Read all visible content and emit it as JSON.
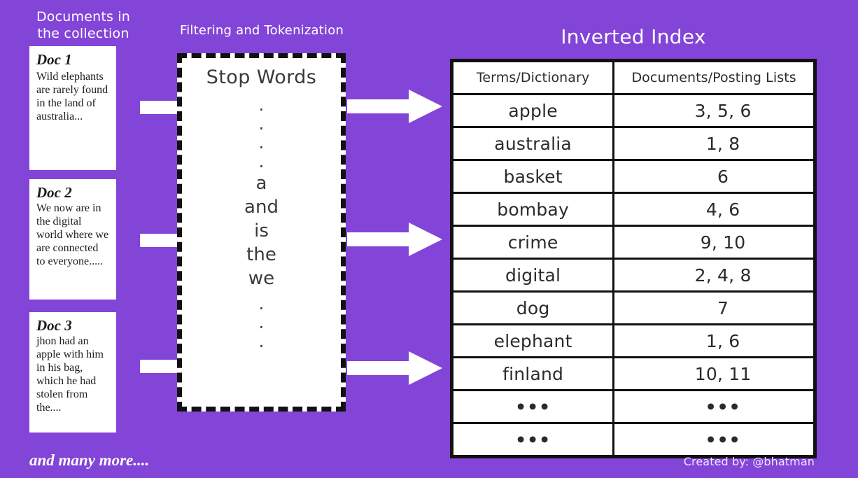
{
  "theme": {
    "background_purple": "#8344d8",
    "paper_white": "#ffffff",
    "ink_black": "#111111",
    "text_gray": "#2b2b2b"
  },
  "left_column": {
    "header": "Documents in\nthe collection",
    "documents": [
      {
        "title": "Doc 1",
        "body": "Wild elephants are rarely found in the land of australia..."
      },
      {
        "title": "Doc 2",
        "body": "We now are in the digital world where we are connected to everyone....."
      },
      {
        "title": "Doc 3",
        "body": "jhon had an apple with him in his bag, which he had stolen from the...."
      }
    ],
    "footer_note": "and many more...."
  },
  "center": {
    "header": "Filtering and Tokenization",
    "stopwords_title": "Stop Words",
    "dots_top": [
      ".",
      ".",
      ".",
      "."
    ],
    "stopwords": [
      "a",
      "and",
      "is",
      "the",
      "we"
    ],
    "dots_bottom": [
      ".",
      ".",
      "."
    ]
  },
  "right": {
    "title": "Inverted Index",
    "columns": [
      "Terms/Dictionary",
      "Documents/Posting Lists"
    ],
    "rows": [
      {
        "term": "apple",
        "posting": "3, 5, 6"
      },
      {
        "term": "australia",
        "posting": "1, 8"
      },
      {
        "term": "basket",
        "posting": "6"
      },
      {
        "term": "bombay",
        "posting": "4, 6"
      },
      {
        "term": "crime",
        "posting": "9, 10"
      },
      {
        "term": "digital",
        "posting": "2, 4, 8"
      },
      {
        "term": "dog",
        "posting": "7"
      },
      {
        "term": "elephant",
        "posting": "1, 6"
      },
      {
        "term": "finland",
        "posting": "10, 11"
      },
      {
        "term": "•••",
        "posting": "•••"
      },
      {
        "term": "•••",
        "posting": "•••"
      }
    ]
  },
  "credit": "Created by: @bhatman",
  "arrows": {
    "left_bars": [
      "doc1-to-filter",
      "doc2-to-filter",
      "doc3-to-filter"
    ],
    "right_arrows": [
      "filter-to-index-1",
      "filter-to-index-2",
      "filter-to-index-3"
    ]
  }
}
